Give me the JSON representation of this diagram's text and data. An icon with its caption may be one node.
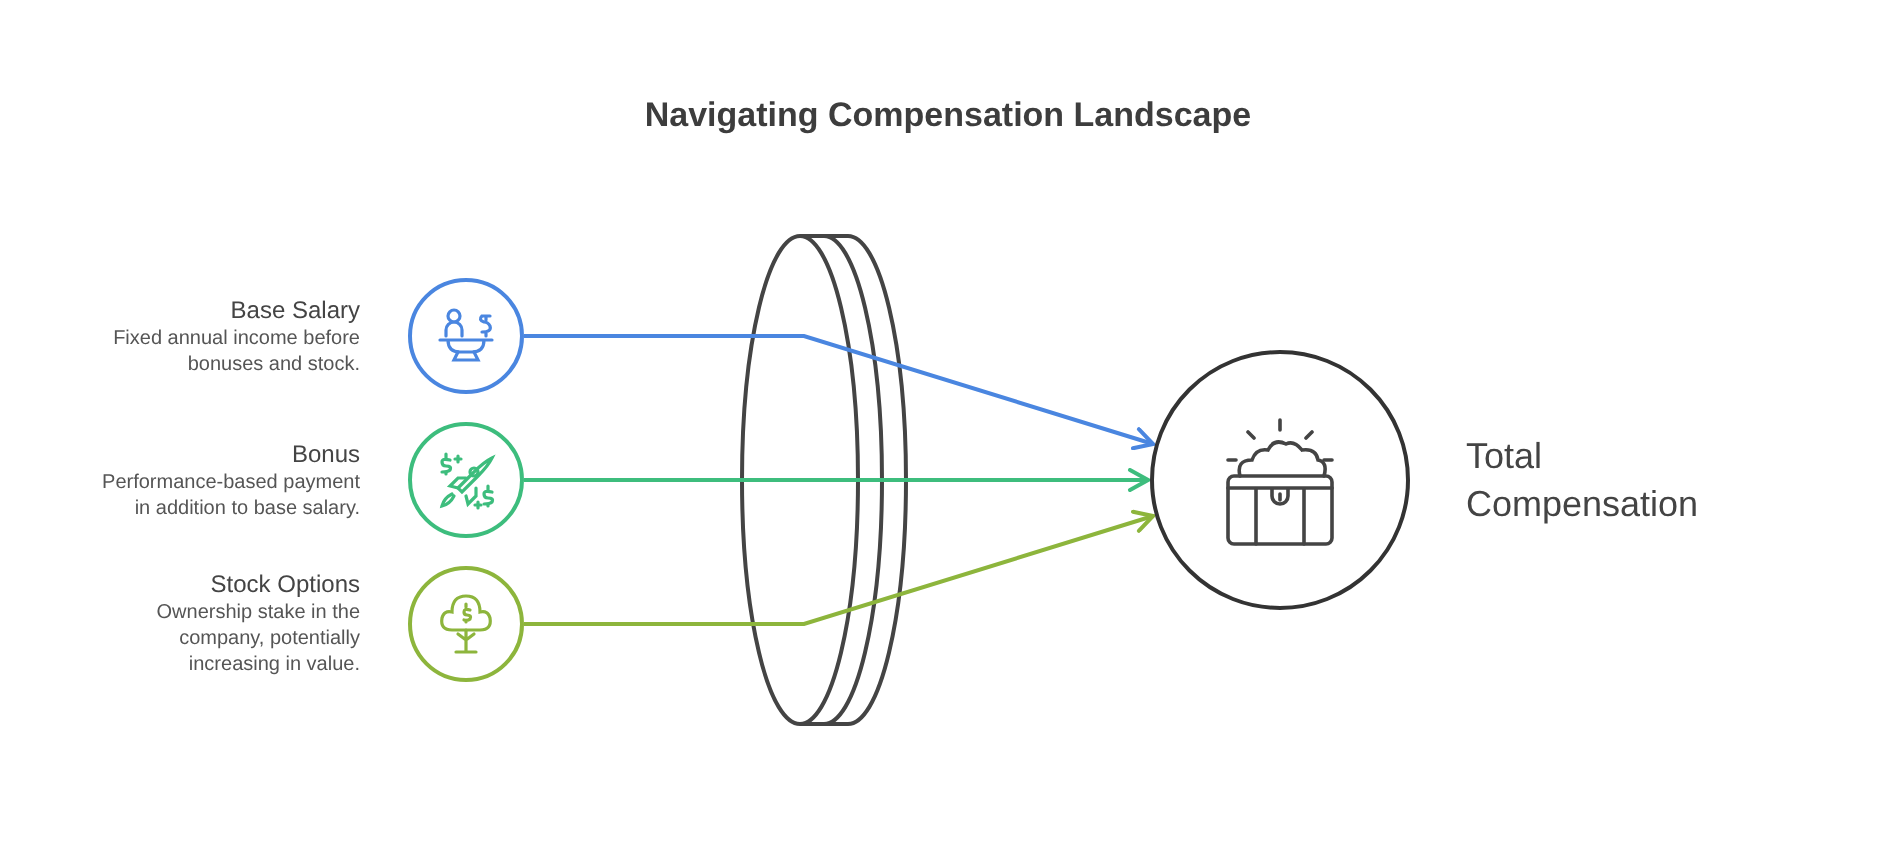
{
  "diagram": {
    "title": "Navigating Compensation Landscape",
    "nodes": [
      {
        "text": [
          "Base Salary",
          "Fixed annual income before bonuses and stock."
        ]
      },
      {
        "text": [
          "Bonus",
          "Performance-based payment in addition to base salary."
        ]
      },
      {
        "text": [
          "Stock Options",
          "Ownership stake in the company, potentially increasing in value."
        ]
      },
      {
        "text": [
          "Total Compensation"
        ]
      }
    ],
    "edges": [
      {
        "from": 0,
        "to": 3,
        "arrow": "to",
        "color": "#4a86e0"
      },
      {
        "from": 1,
        "to": 3,
        "arrow": "to",
        "color": "#3dbd7d"
      },
      {
        "from": 2,
        "to": 3,
        "arrow": "to",
        "color": "#8db53c"
      }
    ]
  }
}
